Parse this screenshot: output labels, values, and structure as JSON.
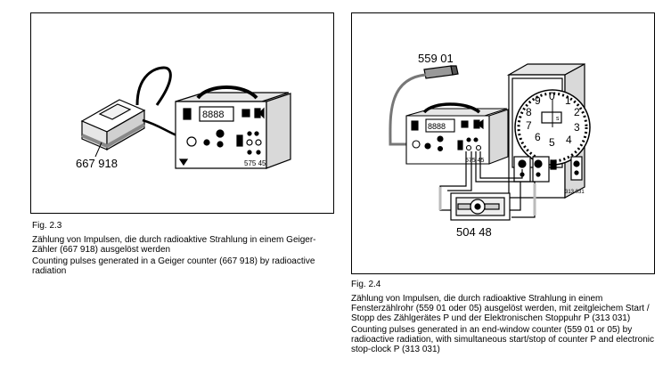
{
  "fig23": {
    "number": "Fig. 2.3",
    "caption_de": "Zählung von Impulsen, die durch radioaktive Strahlung in einem Geiger-Zähler (667 918) ausgelöst werden",
    "caption_en": "Counting pulses generated in a Geiger counter (667 918) by radioactive radiation",
    "label_counter": "667 918",
    "device_label": "575 45"
  },
  "fig24": {
    "number": "Fig. 2.4",
    "caption_de": "Zählung von Impulsen, die durch radioaktive Strahlung in einem Fensterzählrohr (559 01 oder 05) ausgelöst werden, mit zeitgleichem Start / Stopp des Zählgerätes P und der Elektronischen Stoppuhr P (313 031)",
    "caption_en": "Counting pulses generated in an end-window counter (559 01 or 05) by radioactive radiation, with simultaneous start/stop of counter P and electronic stop-clock P (313 031)",
    "label_tube": "559 01",
    "label_adapter": "504 48",
    "device_label": "575 45",
    "clock_label": "313 031",
    "clock_unit": "s",
    "dial_numbers": [
      "0",
      "1",
      "2",
      "3",
      "4",
      "5",
      "6",
      "7",
      "8",
      "9"
    ]
  }
}
